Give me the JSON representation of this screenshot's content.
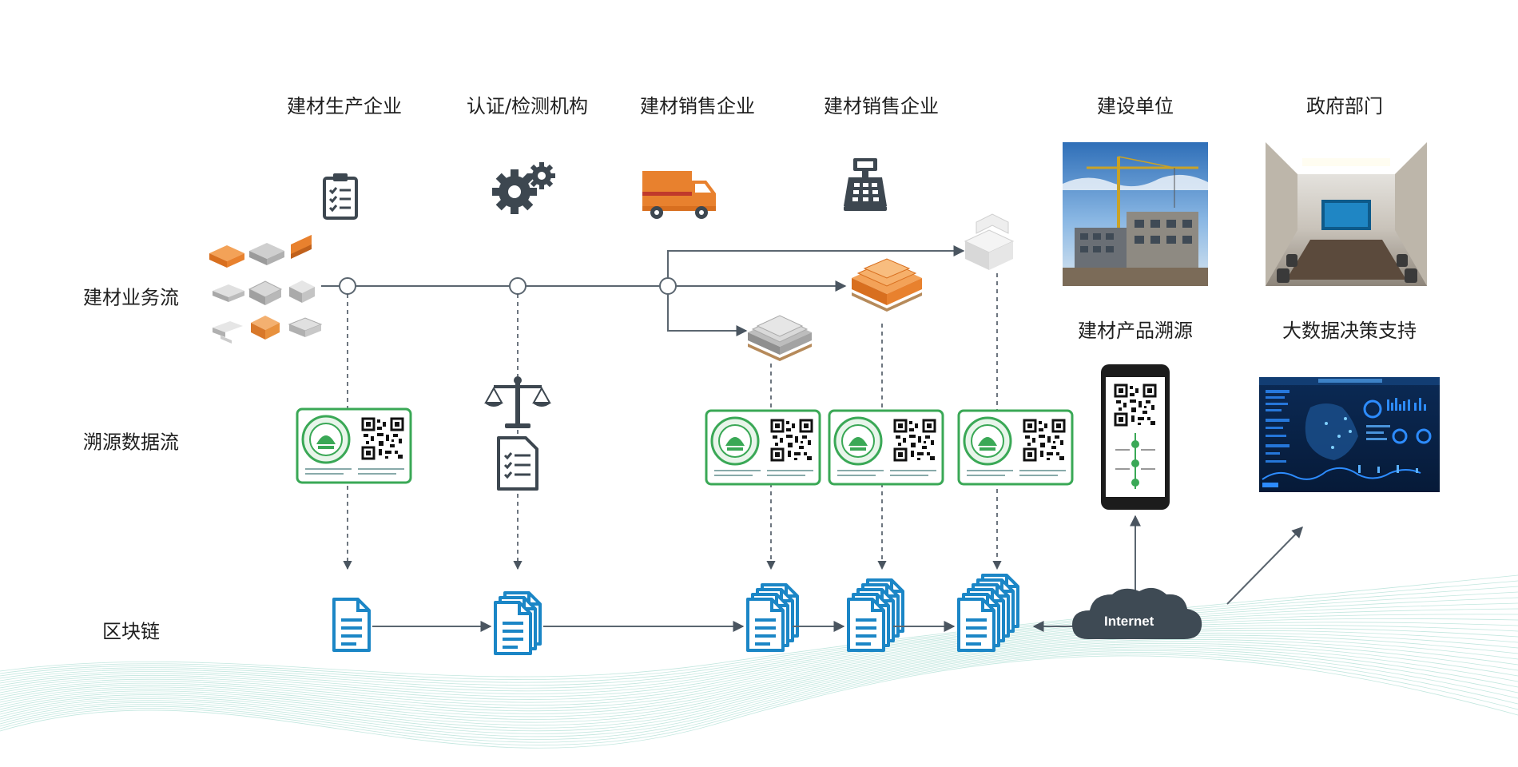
{
  "columns": [
    {
      "label": "建材生产企业",
      "icon": "clipboard-checklist-icon"
    },
    {
      "label": "认证/检测机构",
      "icon": "gears-icon"
    },
    {
      "label": "建材销售企业",
      "icon": "delivery-truck-icon"
    },
    {
      "label": "建材销售企业",
      "icon": "cash-register-icon"
    },
    {
      "label": "建设单位",
      "icon": "construction-site-photo"
    },
    {
      "label": "政府部门",
      "icon": "meeting-room-photo"
    }
  ],
  "rows": [
    {
      "label": "建材业务流"
    },
    {
      "label": "溯源数据流"
    },
    {
      "label": "区块链"
    }
  ],
  "right_labels": {
    "traceability": "建材产品溯源",
    "big_data": "大数据决策支持"
  },
  "internet": {
    "label": "Internet"
  },
  "colors": {
    "line": "#5b6670",
    "doc_blue": "#1b86c6",
    "cert_green": "#3aa856",
    "orange": "#e8812e",
    "wave": "#8fd3c4"
  }
}
